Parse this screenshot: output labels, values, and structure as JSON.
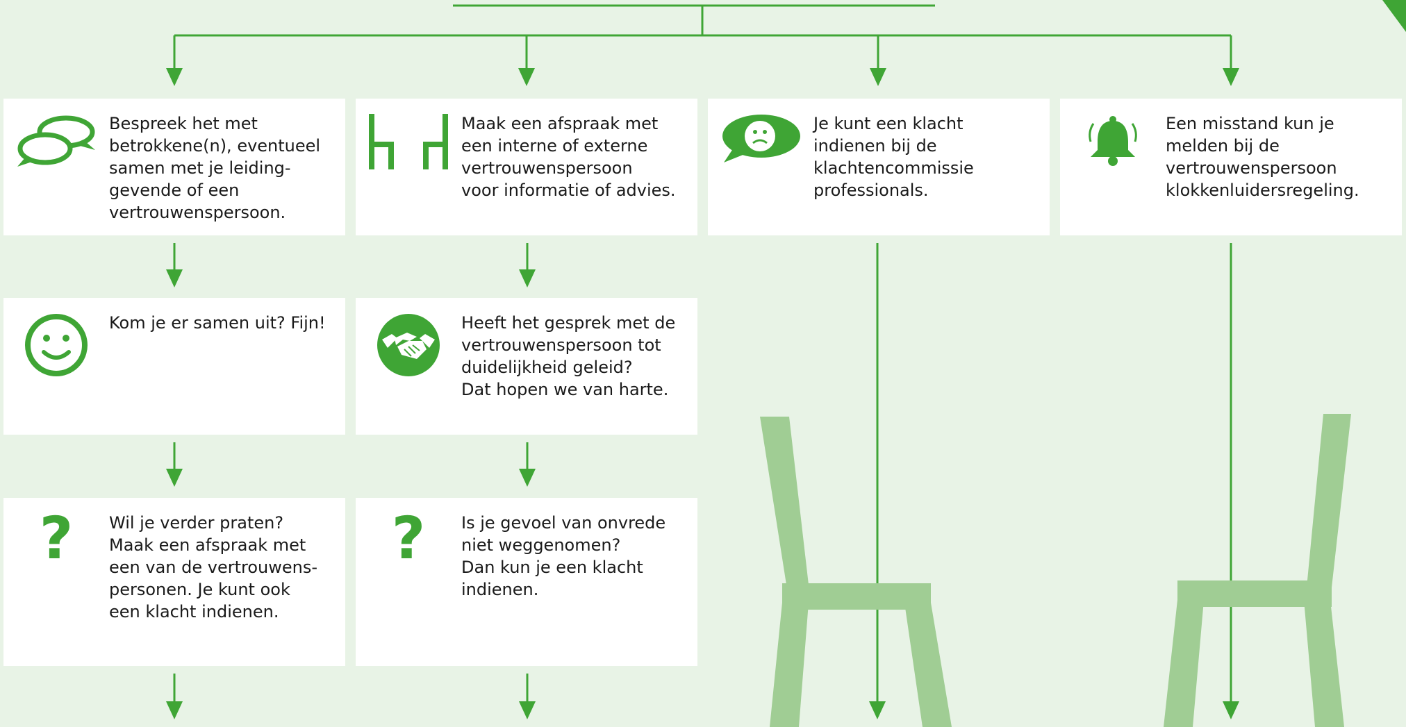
{
  "colors": {
    "background": "#e8f3e6",
    "card": "#ffffff",
    "accent": "#3fa535",
    "chair_light": "#a0cd94",
    "text": "#1a1a1a"
  },
  "cards": [
    {
      "text": "Bespreek het met\nbetrokkene(n), eventueel\nsamen met je leiding-\ngevende of een\nvertrouwenspersoon.",
      "icon": "speech-bubbles-icon"
    },
    {
      "text": "Maak een afspraak met\neen interne of externe\nvertrouwenspersoon\nvoor informatie of advies.",
      "icon": "two-chairs-icon"
    },
    {
      "text": "Je kunt een klacht\nindienen bij de\nklachtencommissie\nprofessionals.",
      "icon": "sad-face-bubble-icon"
    },
    {
      "text": "Een misstand kun je\nmelden bij de\nvertrouwenspersoon\nklokkenluidersregeling.",
      "icon": "bell-icon"
    },
    {
      "text": "Kom je er samen uit? Fijn!",
      "icon": "smiley-icon"
    },
    {
      "text": "Heeft het gesprek met de\nvertrouwenspersoon tot\nduidelijkheid geleid?\nDat hopen we van harte.",
      "icon": "handshake-icon"
    },
    {
      "text": "Wil je verder praten?\nMaak een afspraak met\neen van de vertrouwens-\npersonen. Je kunt ook\neen klacht indienen.",
      "icon": "question-mark-icon",
      "glyph": "?"
    },
    {
      "text": "Is je gevoel van onvrede\nniet weggenomen?\nDan kun je een klacht\nindienen.",
      "icon": "question-mark-icon",
      "glyph": "?"
    }
  ]
}
